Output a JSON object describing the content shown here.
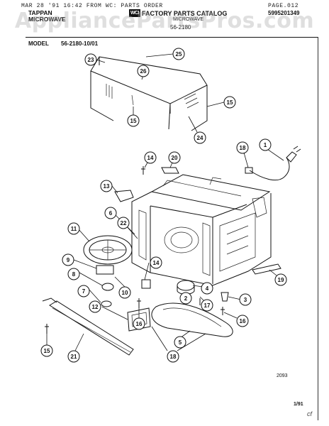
{
  "header": {
    "fax_line": "MAR 28 '91 16:42  FROM WC: PARTS ORDER",
    "page_no": "PAGE.012",
    "brand_line1": "TAPPAN",
    "brand_line2": "MICROWAVE",
    "logo_text": "WCI",
    "catalog_title": "FACTORY PARTS CATALOG",
    "part_number": "5995201349",
    "model_sub": "MICROWAVE",
    "model_code": "56-2180"
  },
  "model_row": {
    "label": "MODEL",
    "value": "56-2180-10/01"
  },
  "watermark": "AppliancePartsPros.com",
  "footer": {
    "diagram_code": "2093",
    "date": "1/91",
    "signature": "cf"
  },
  "callouts": {
    "c25": "25",
    "c23": "23",
    "c26": "26",
    "c15a": "15",
    "c15b": "15",
    "c24": "24",
    "c14a": "14",
    "c20": "20",
    "c18a": "18",
    "c1": "1",
    "c13": "13",
    "c6": "6",
    "c22": "22",
    "c11": "11",
    "c9": "9",
    "c8": "8",
    "c7": "7",
    "c10": "10",
    "c14b": "14",
    "c19": "19",
    "c4": "4",
    "c3": "3",
    "c2": "2",
    "c17": "17",
    "c12": "12",
    "c16a": "16",
    "c16b": "16",
    "c5": "5",
    "c15c": "15",
    "c21": "21",
    "c18b": "18"
  },
  "colors": {
    "ink": "#111111",
    "paper": "#ffffff",
    "watermark": "#aaaaaa"
  }
}
